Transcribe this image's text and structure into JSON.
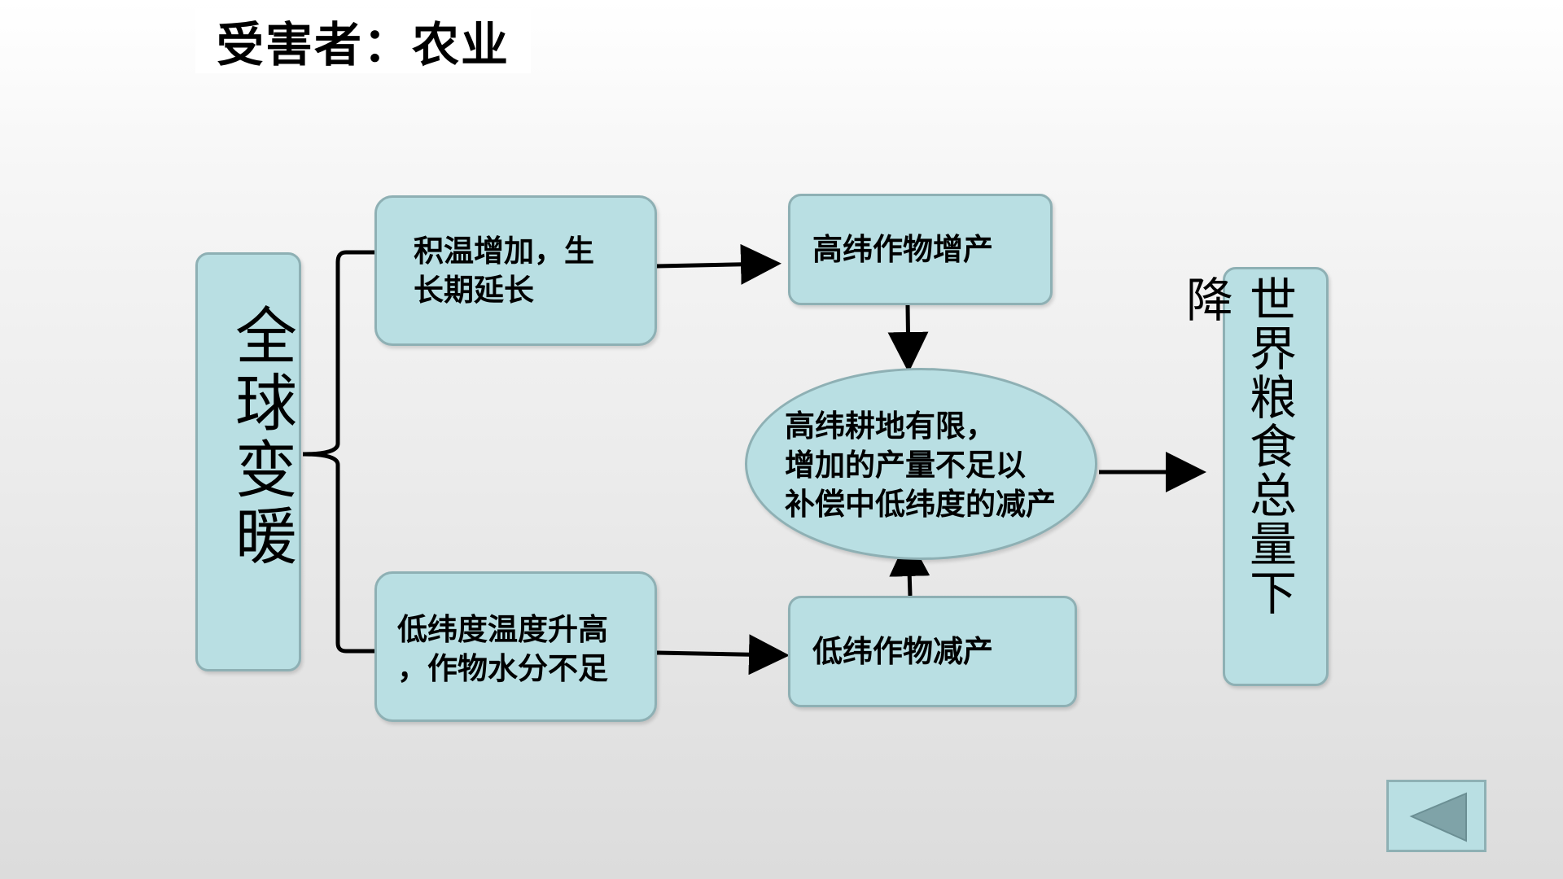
{
  "title": "受害者：农业",
  "nodes": {
    "global_warming": "全球变暖",
    "heat_increase": [
      "积温增加，生",
      "长期延长"
    ],
    "high_lat_increase": "高纬作物增产",
    "low_lat_temp": [
      "低纬度温度升高",
      "，作物水分不足"
    ],
    "low_lat_decrease": "低纬作物减产",
    "limited_farmland": [
      "高纬耕地有限，",
      "增加的产量不足以",
      "补偿中低纬度的减产"
    ],
    "world_food_decline": [
      "世界粮食总量下",
      "降"
    ]
  },
  "navigation": {
    "back_icon": "triangle-left-icon"
  },
  "colors": {
    "node_fill": "#b9dfe3",
    "node_border": "#8eb0b4",
    "arrow": "#000000",
    "nav_triangle": "#7fa3a8"
  }
}
